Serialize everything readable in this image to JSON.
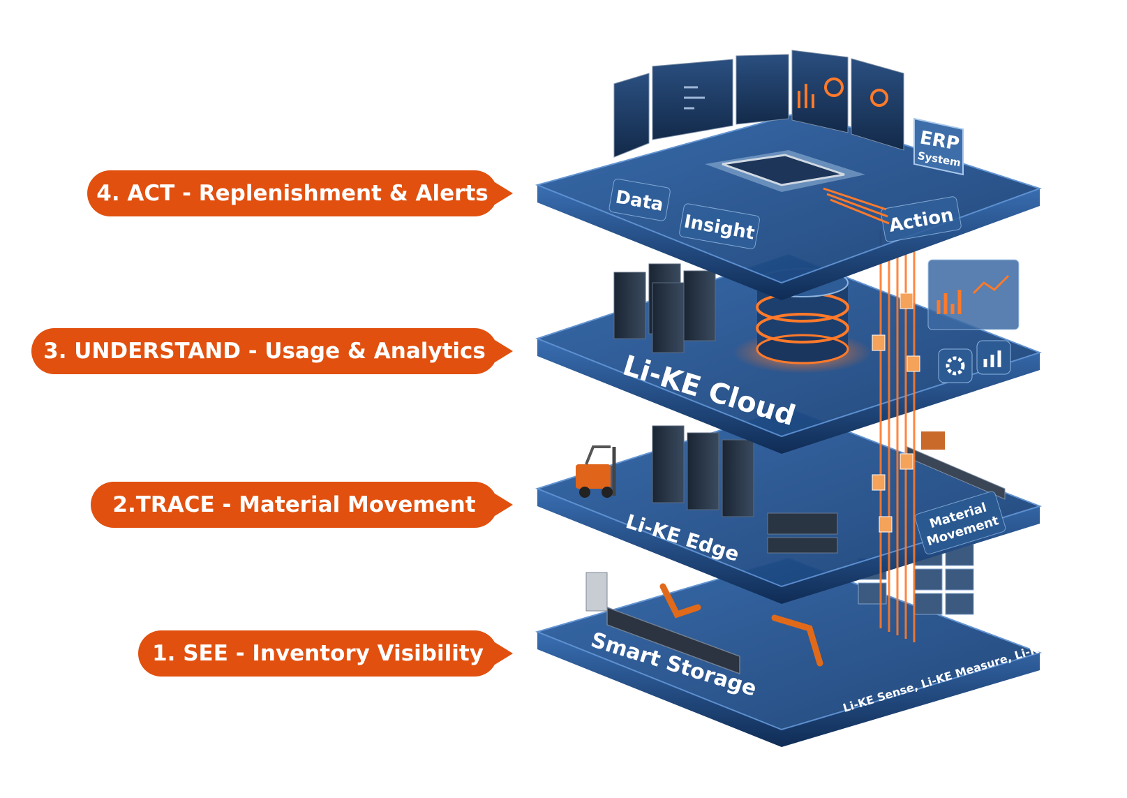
{
  "callouts": {
    "act": "4. ACT - Replenishment & Alerts",
    "understand": "3. UNDERSTAND - Usage & Analytics",
    "trace": "2.TRACE - Material Movement",
    "see": "1. SEE - Inventory Visibility"
  },
  "top_layer": {
    "data": "Data",
    "insight": "Insight",
    "action": "Action",
    "erp_line1": "ERP",
    "erp_line2": "System"
  },
  "cloud_layer": {
    "title": "Li-KE Cloud"
  },
  "edge_layer": {
    "title": "Li-KE Edge",
    "material_line1": "Material",
    "material_line2": "Movement"
  },
  "storage_layer": {
    "title": "Smart Storage",
    "products": "Li-KE Sense, Li-KE Measure, Li-KE Store"
  },
  "colors": {
    "accent": "#e1500f",
    "platform": "#21508c",
    "platform_edge": "#163a6a",
    "glow": "#ff7a2a"
  }
}
